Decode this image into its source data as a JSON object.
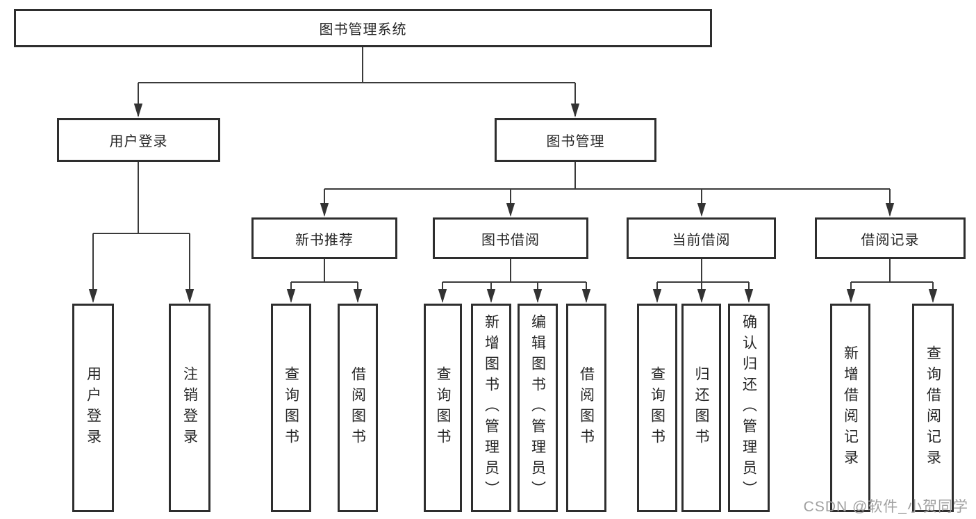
{
  "diagram": {
    "root": {
      "label": "图书管理系统"
    },
    "branches": [
      {
        "label": "用户登录",
        "leaves": [
          {
            "label": "用户登录"
          },
          {
            "label": "注销登录"
          }
        ]
      },
      {
        "label": "图书管理",
        "groups": [
          {
            "label": "新书推荐",
            "leaves": [
              {
                "label": "查询图书"
              },
              {
                "label": "借阅图书"
              }
            ]
          },
          {
            "label": "图书借阅",
            "leaves": [
              {
                "label": "查询图书"
              },
              {
                "label": "新增图书（管理员）"
              },
              {
                "label": "编辑图书（管理员）"
              },
              {
                "label": "借阅图书"
              }
            ]
          },
          {
            "label": "当前借阅",
            "leaves": [
              {
                "label": "查询图书"
              },
              {
                "label": "归还图书"
              },
              {
                "label": "确认归还（管理员）"
              }
            ]
          },
          {
            "label": "借阅记录",
            "leaves": [
              {
                "label": "新增借阅记录"
              },
              {
                "label": "查询借阅记录"
              }
            ]
          }
        ]
      }
    ]
  },
  "watermark": {
    "text": "CSDN @软件_小贺同学"
  },
  "colors": {
    "line": "#3a3a3a",
    "box_border": "#2e2e2e",
    "text": "#262626",
    "background": "#ffffff",
    "watermark": "#a0a0a0"
  }
}
